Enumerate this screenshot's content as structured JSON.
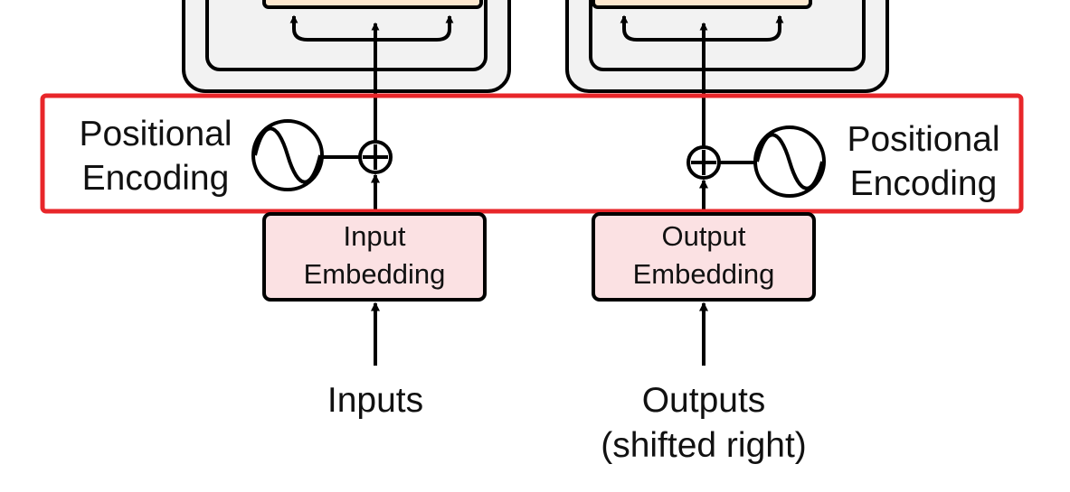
{
  "encoder": {
    "positional_encoding": {
      "line1": "Positional",
      "line2": "Encoding"
    },
    "embedding": {
      "line1": "Input",
      "line2": "Embedding"
    },
    "input_label": "Inputs"
  },
  "decoder": {
    "positional_encoding": {
      "line1": "Positional",
      "line2": "Encoding"
    },
    "embedding": {
      "line1": "Output",
      "line2": "Embedding"
    },
    "input_label_line1": "Outputs",
    "input_label_line2": "(shifted right)"
  },
  "icons": {
    "sinusoid": "sine-wave-in-circle-icon",
    "adder": "circled-plus-icon"
  },
  "colors": {
    "highlight_border": "#e8262a",
    "embedding_fill": "#fbe1e3",
    "stack_fill": "#f2f2f2",
    "sublayer_fill": "#fde8cf",
    "stroke": "#000000"
  }
}
